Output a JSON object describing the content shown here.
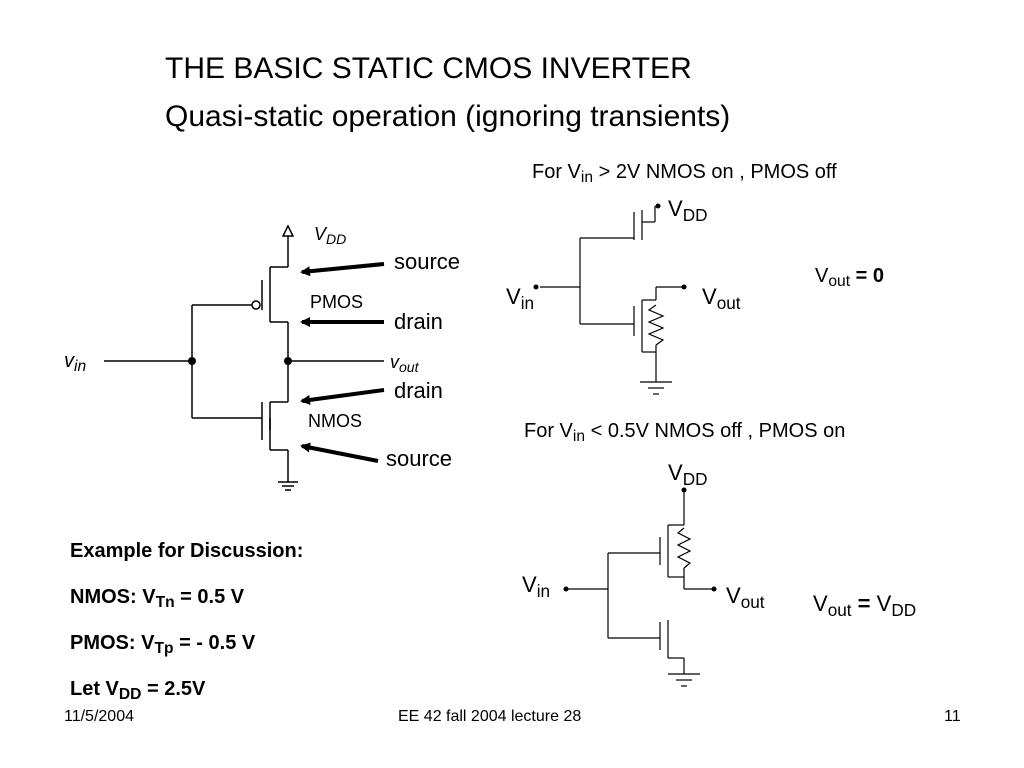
{
  "title": "THE BASIC STATIC CMOS INVERTER",
  "subtitle": "Quasi-static operation   (ignoring transients)",
  "left_circuit": {
    "vdd_label": "V",
    "vdd_sub": "DD",
    "vin_label": "v",
    "vin_sub": "in",
    "vout_label": "v",
    "vout_sub": "out",
    "pmos_label": "PMOS",
    "nmos_label": "NMOS",
    "pmos_source_label": "source",
    "pmos_drain_label": "drain",
    "nmos_drain_label": "drain",
    "nmos_source_label": "source"
  },
  "case_high": {
    "condition_prefix": "For V",
    "condition_sub": "in",
    "condition_rest": " >  2V    NMOS on , PMOS off",
    "vdd_label": "V",
    "vdd_sub": "DD",
    "vin_label": "V",
    "vin_sub": "in",
    "vout_label": "V",
    "vout_sub": "out",
    "result_label": "V",
    "result_sub": "out",
    "result_value": " = 0"
  },
  "case_low": {
    "condition_prefix": "For V",
    "condition_sub": "in",
    "condition_rest": " <  0.5V   NMOS off , PMOS on",
    "vdd_label": "V",
    "vdd_sub": "DD",
    "vin_label": "V",
    "vin_sub": "in",
    "vout_label": "V",
    "vout_sub": "out",
    "result_label": "V",
    "result_sub": "out",
    "result_eq": " = ",
    "result_value": "V",
    "result_value_sub": "DD"
  },
  "example": {
    "heading": "Example for Discussion:",
    "nmos_prefix": "NMOS:   V",
    "nmos_sub": "Tn",
    "nmos_rest": " =   0.5 V",
    "pmos_prefix": "PMOS:   V",
    "pmos_sub": "Tp",
    "pmos_rest": " = - 0.5 V",
    "let_prefix": "Let V",
    "let_sub": "DD",
    "let_rest": " = 2.5V"
  },
  "footer": {
    "date": "11/5/2004",
    "course": "EE 42 fall 2004 lecture 28",
    "page": "11"
  }
}
